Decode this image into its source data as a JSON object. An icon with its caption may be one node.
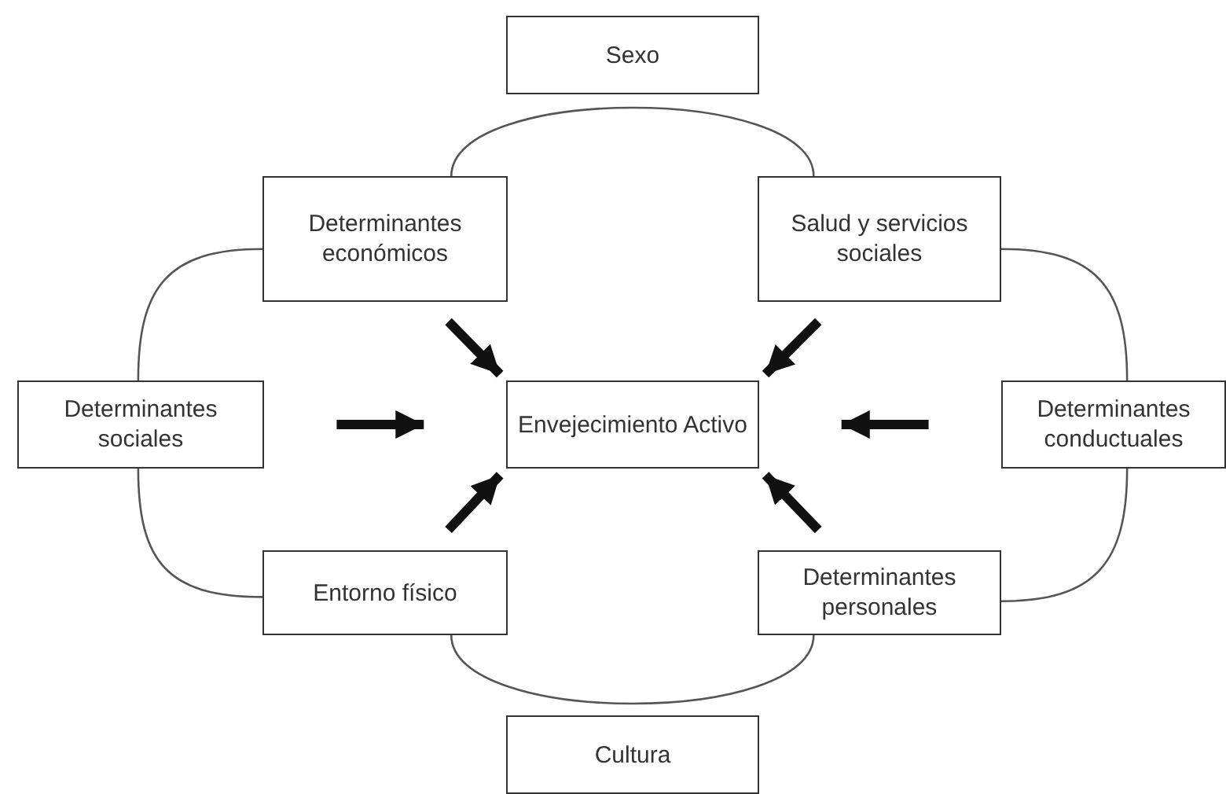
{
  "diagram": {
    "nodes": [
      {
        "text": [
          "Sexo"
        ]
      },
      {
        "text": [
          "Determinantes económicos"
        ]
      },
      {
        "text": [
          "Salud y servicios sociales"
        ]
      },
      {
        "text": [
          "Determinantes sociales"
        ]
      },
      {
        "text": [
          "Envejecimiento Activo"
        ]
      },
      {
        "text": [
          "Determinantes conductuales"
        ]
      },
      {
        "text": [
          "Entorno físico"
        ]
      },
      {
        "text": [
          "Determinantes personales"
        ]
      },
      {
        "text": [
          "Cultura"
        ]
      }
    ],
    "edges": [
      {
        "from": 1,
        "to": 2,
        "arrow": "none"
      },
      {
        "from": 1,
        "to": 3,
        "arrow": "none"
      },
      {
        "from": 2,
        "to": 5,
        "arrow": "none"
      },
      {
        "from": 3,
        "to": 6,
        "arrow": "none"
      },
      {
        "from": 5,
        "to": 7,
        "arrow": "none"
      },
      {
        "from": 6,
        "to": 7,
        "arrow": "none"
      },
      {
        "from": 1,
        "to": 4,
        "arrow": "to",
        "style": "thick"
      },
      {
        "from": 2,
        "to": 4,
        "arrow": "to",
        "style": "thick"
      },
      {
        "from": 3,
        "to": 4,
        "arrow": "to",
        "style": "thick"
      },
      {
        "from": 5,
        "to": 4,
        "arrow": "to",
        "style": "thick"
      },
      {
        "from": 6,
        "to": 4,
        "arrow": "to",
        "style": "thick"
      },
      {
        "from": 7,
        "to": 4,
        "arrow": "to",
        "style": "thick"
      }
    ]
  }
}
